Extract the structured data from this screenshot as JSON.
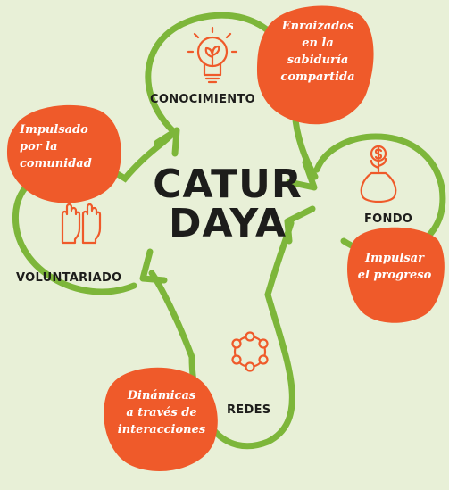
{
  "center": {
    "line1": "CATUR",
    "line2": "DAYA"
  },
  "nodes": [
    {
      "label": "CONOCIMIENTO",
      "icon": "lightbulb-plant-icon"
    },
    {
      "label": "FONDO",
      "icon": "money-bag-plant-icon"
    },
    {
      "label": "REDES",
      "icon": "network-icon"
    },
    {
      "label": "VOLUNTARIADO",
      "icon": "raised-hands-icon"
    }
  ],
  "callouts": [
    {
      "lines": [
        "Enraizados",
        "en la",
        "sabiduría",
        "compartida"
      ]
    },
    {
      "lines": [
        "Impulsar",
        "el progreso"
      ]
    },
    {
      "lines": [
        "Dinámicas",
        "a través de",
        "interacciones"
      ]
    },
    {
      "lines": [
        "Impulsado",
        "por la",
        "comunidad"
      ]
    }
  ],
  "colors": {
    "background": "#E8F0D7",
    "cycle": "#7DB63A",
    "accent": "#EF5A2A",
    "text": "#1D1D1B",
    "callout_text": "#FFFFFF"
  }
}
